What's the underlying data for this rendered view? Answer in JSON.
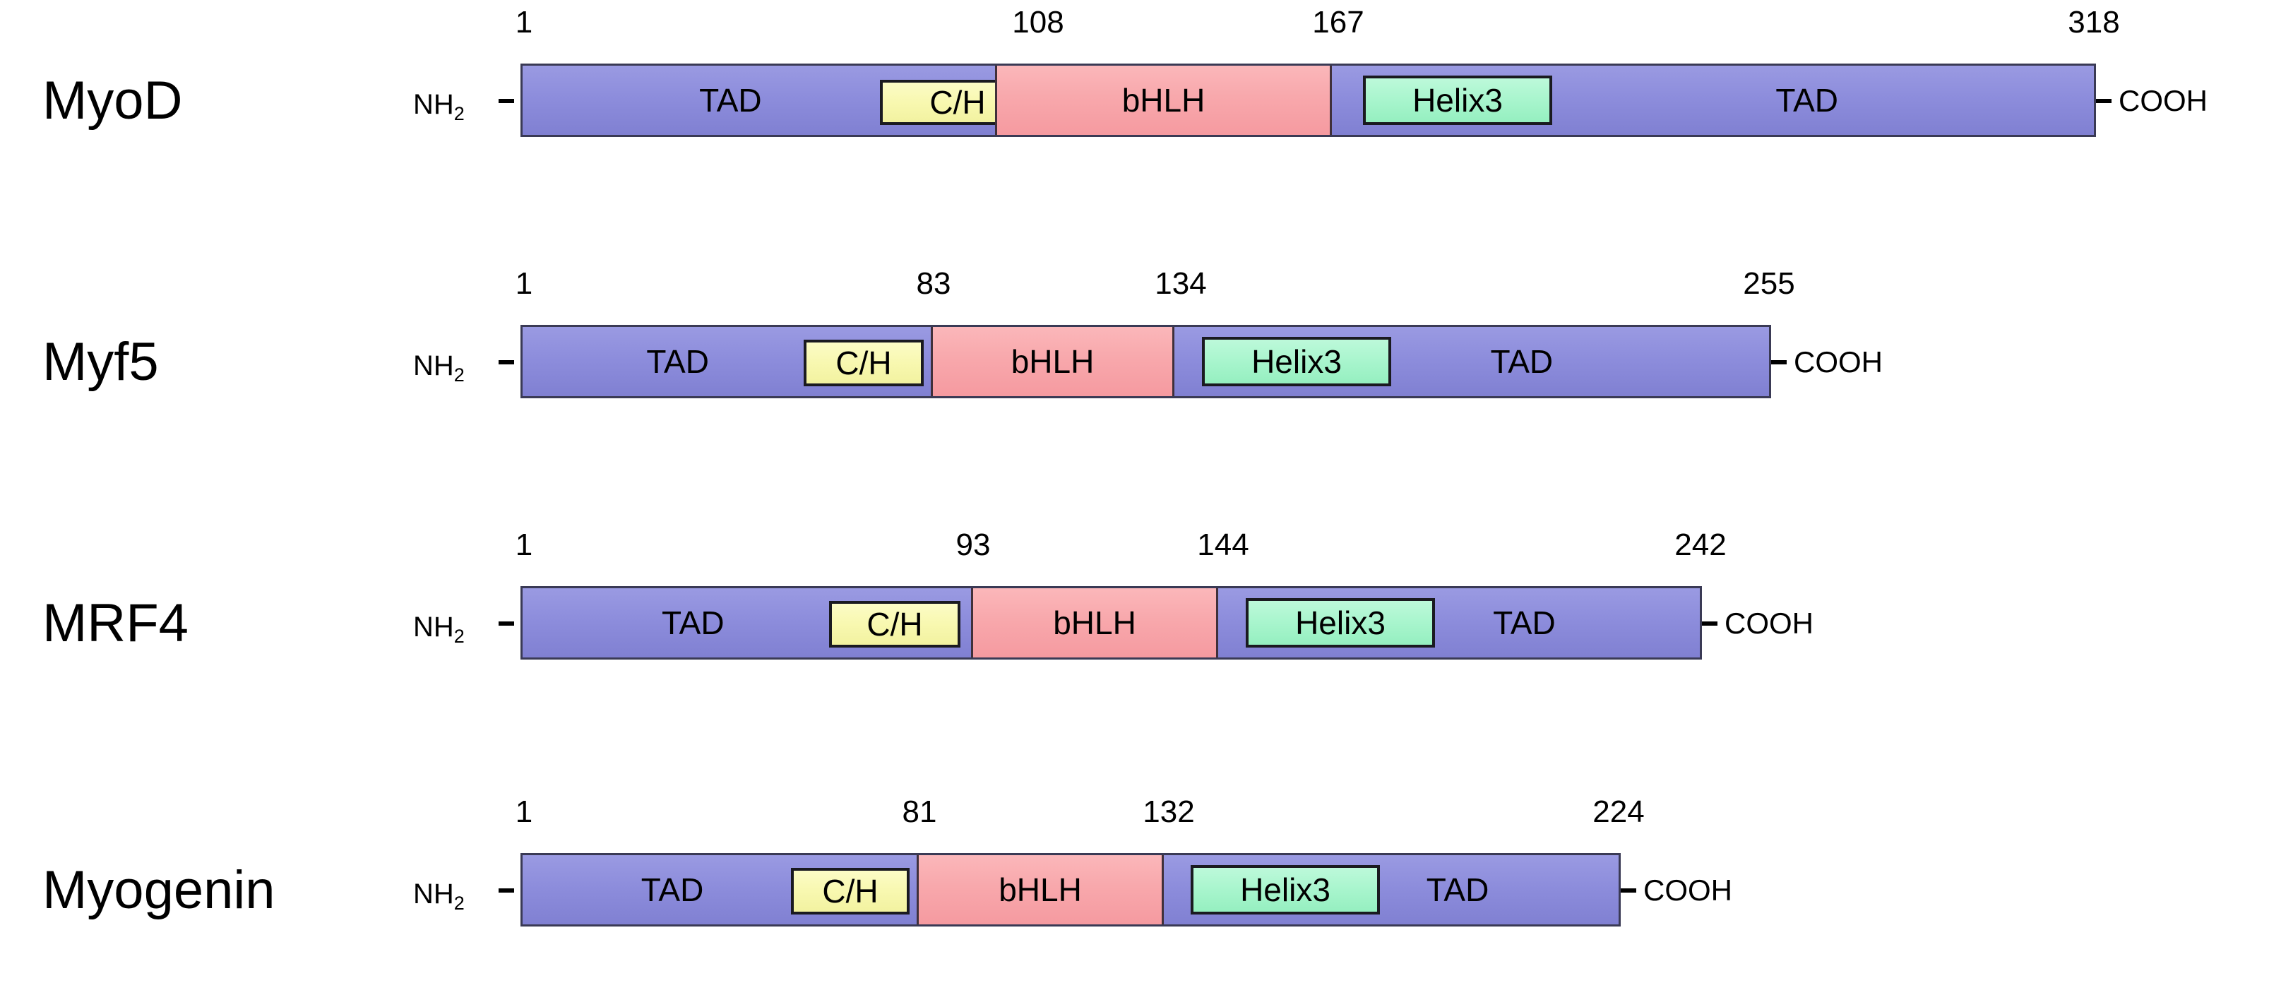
{
  "figure": {
    "type": "protein-domain-diagram",
    "terminus_labels": {
      "n_term": "NH",
      "n_term_sub": "2",
      "c_term": "COOH"
    },
    "colors": {
      "tad_purple": "#8d8ddc",
      "bhlh_pink": "#f8a8ac",
      "ch_yellow": "#f8f8b0",
      "helix3_green": "#a8f5cd",
      "outline": "#3a3a55",
      "text": "#000000",
      "background": "#ffffff"
    },
    "domain_names": {
      "tad": "TAD",
      "ch": "C/H",
      "bhlh": "bHLH",
      "helix3": "Helix3"
    }
  },
  "proteins": [
    {
      "name": "MyoD",
      "length": 318,
      "positions": [
        "1",
        "108",
        "167",
        "318"
      ],
      "domains": {
        "tad_n": "TAD",
        "ch": "C/H",
        "bhlh": "bHLH",
        "helix3": "Helix3",
        "tad_c": "TAD"
      },
      "segments": {
        "bhlh_start": 108,
        "bhlh_end": 167
      }
    },
    {
      "name": "Myf5",
      "length": 255,
      "positions": [
        "1",
        "83",
        "134",
        "255"
      ],
      "domains": {
        "tad_n": "TAD",
        "ch": "C/H",
        "bhlh": "bHLH",
        "helix3": "Helix3",
        "tad_c": "TAD"
      },
      "segments": {
        "bhlh_start": 83,
        "bhlh_end": 134
      }
    },
    {
      "name": "MRF4",
      "length": 242,
      "positions": [
        "1",
        "93",
        "144",
        "242"
      ],
      "domains": {
        "tad_n": "TAD",
        "ch": "C/H",
        "bhlh": "bHLH",
        "helix3": "Helix3",
        "tad_c": "TAD"
      },
      "segments": {
        "bhlh_start": 93,
        "bhlh_end": 144
      }
    },
    {
      "name": "Myogenin",
      "length": 224,
      "positions": [
        "1",
        "81",
        "132",
        "224"
      ],
      "domains": {
        "tad_n": "TAD",
        "ch": "C/H",
        "bhlh": "bHLH",
        "helix3": "Helix3",
        "tad_c": "TAD"
      },
      "segments": {
        "bhlh_start": 81,
        "bhlh_end": 132
      }
    }
  ]
}
